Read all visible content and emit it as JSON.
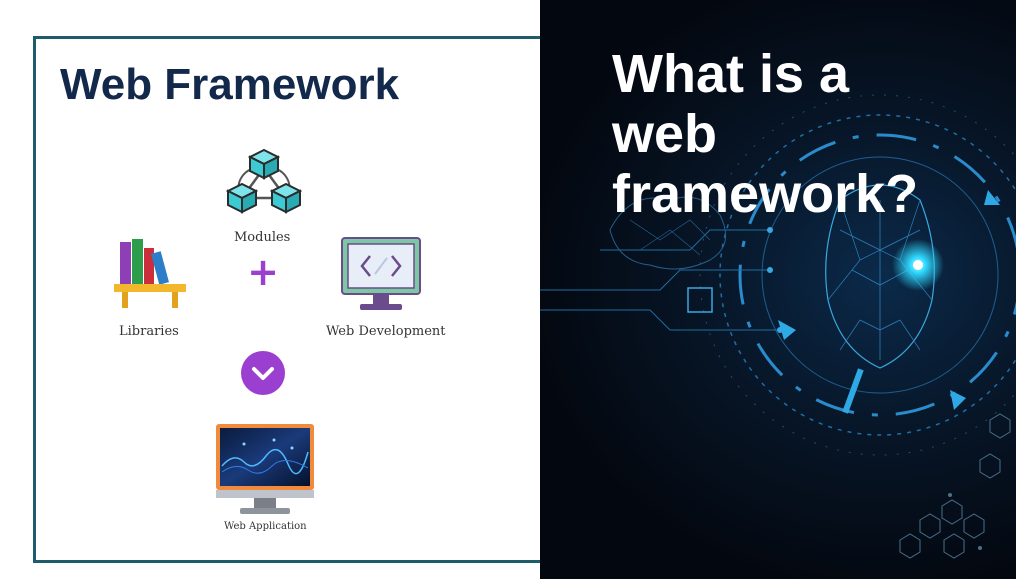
{
  "left_slide": {
    "title": "Web Framework",
    "modules_label": "Modules",
    "libraries_label": "Libraries",
    "web_development_label": "Web Development",
    "web_application_label": "Web Application",
    "plus_symbol": "+",
    "icons": [
      "modules-cubes-icon",
      "books-shelf-icon",
      "code-monitor-icon",
      "chevron-down-circle-icon",
      "web-app-monitor-icon"
    ],
    "colors": {
      "title": "#13294b",
      "frame": "#1d5c6b",
      "accent": "#9b3fd1",
      "cube": "#3ecad3"
    }
  },
  "right_panel": {
    "heading_lines": [
      "What is a",
      "web",
      "framework?"
    ],
    "background_color": "#03070f",
    "glow_color": "#2fd8ff"
  }
}
